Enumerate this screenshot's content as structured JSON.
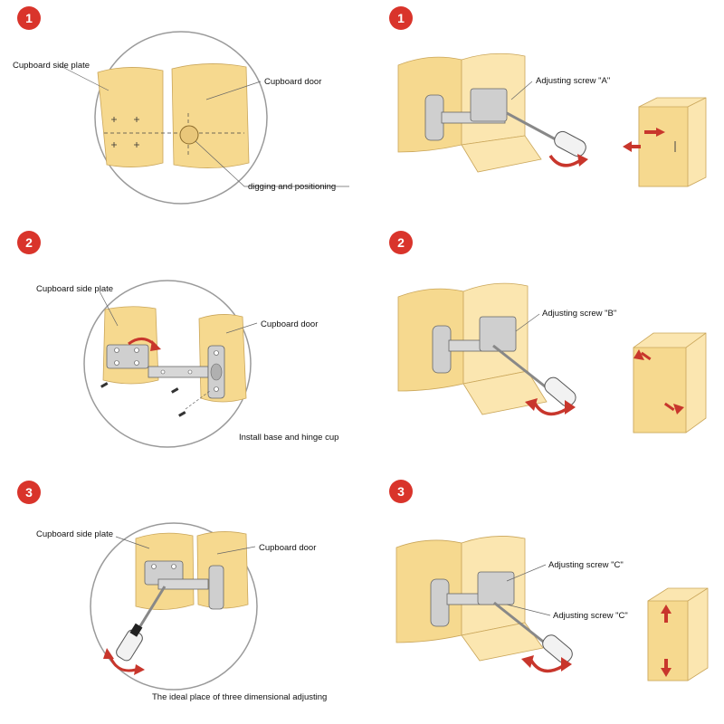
{
  "colors": {
    "badge": "#d9342b",
    "wood": "#f6d98f",
    "wood_light": "#fbe6b0",
    "wood_shade": "#e9c77a",
    "metal": "#cfcfcf",
    "metal_dark": "#8a8a8a",
    "arrow_red": "#c8362c"
  },
  "left_steps": [
    {
      "number": "1",
      "side_plate_label": "Cupboard side plate",
      "door_label": "Cupboard door",
      "caption": "digging and positioning"
    },
    {
      "number": "2",
      "side_plate_label": "Cupboard side plate",
      "door_label": "Cupboard door",
      "caption": "Install base and hinge cup"
    },
    {
      "number": "3",
      "side_plate_label": "Cupboard side plate",
      "door_label": "Cupboard door",
      "caption": "The ideal place of three dimensional adjusting"
    }
  ],
  "right_steps": [
    {
      "number": "1",
      "screw_label": "Adjusting screw \"A\""
    },
    {
      "number": "2",
      "screw_label": "Adjusting screw \"B\""
    },
    {
      "number": "3",
      "screw_label_top": "Adjusting screw \"C\"",
      "screw_label_bottom": "Adjusting screw \"C\""
    }
  ]
}
